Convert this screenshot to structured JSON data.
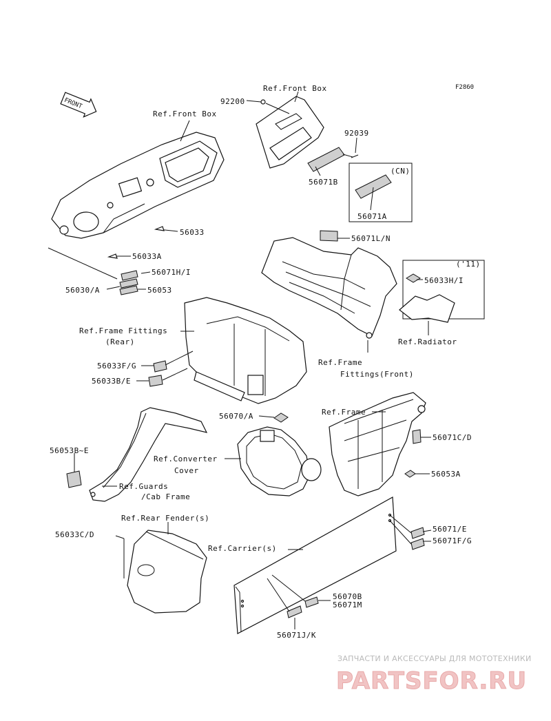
{
  "figure_code": "F2860",
  "front_arrow": "FRONT",
  "labels": {
    "ref_front_box_left": "Ref.Front Box",
    "ref_front_box_right": "Ref.Front Box",
    "p92200": "92200",
    "p92039": "92039",
    "p56071B": "56071B",
    "cn": "(CN)",
    "p56071A": "56071A",
    "p56033": "56033",
    "p56033A": "56033A",
    "p56071HI": "56071H/I",
    "p56030A": "56030/A",
    "p56053": "56053",
    "p56071LN": "56071L/N",
    "y11": "('11)",
    "p56033HI": "56033H/I",
    "ref_radiator": "Ref.Radiator",
    "ref_frame_fittings_rear_1": "Ref.Frame Fittings",
    "ref_frame_fittings_rear_2": "(Rear)",
    "ref_frame_fittings_front_1": "Ref.Frame",
    "ref_frame_fittings_front_2": "Fittings(Front)",
    "p56033FG": "56033F/G",
    "p56033BE": "56033B/E",
    "p56070A": "56070/A",
    "ref_frame": "Ref.Frame",
    "p56071CD": "56071C/D",
    "p56053BE": "56053B~E",
    "ref_converter_1": "Ref.Converter",
    "ref_converter_2": "Cover",
    "p56053A": "56053A",
    "ref_guards_1": "Ref.Guards",
    "ref_guards_2": "/Cab Frame",
    "ref_rear_fender": "Ref.Rear Fender(s)",
    "p56033CD": "56033C/D",
    "ref_carrier": "Ref.Carrier(s)",
    "p56071E": "56071/E",
    "p56071FG": "56071F/G",
    "p56070B": "56070B",
    "p56071M": "56071M",
    "p56071JK": "56071J/K"
  },
  "watermark": {
    "tagline": "ЗАПЧАСТИ И АКСЕССУАРЫ ДЛЯ МОТОТЕХНИКИ",
    "logo": "PARTSFOR.RU"
  }
}
